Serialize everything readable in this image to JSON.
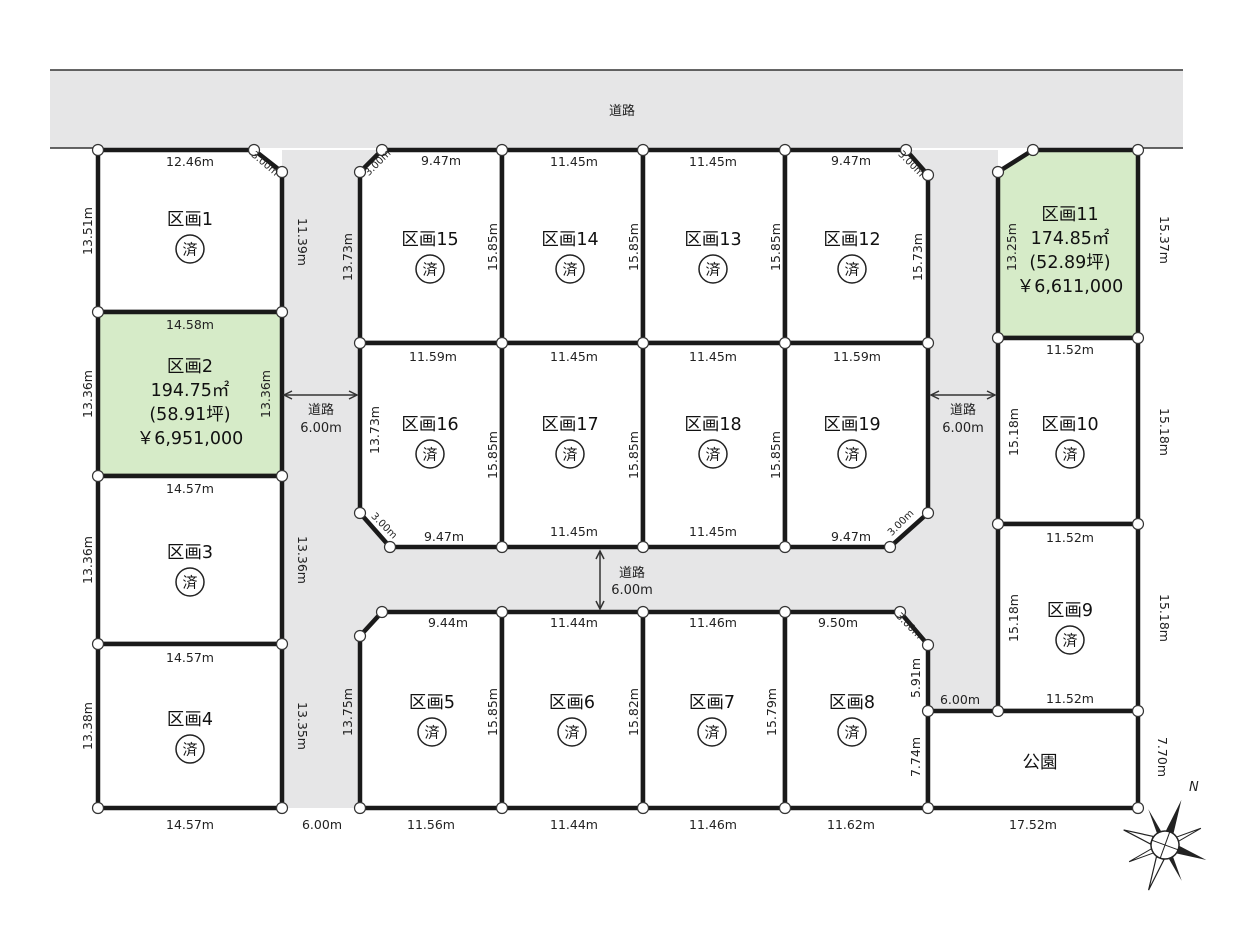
{
  "roads": {
    "top": "道路",
    "label": "道路",
    "width": "6.00m"
  },
  "sold_mark": "済",
  "lots": [
    {
      "id": "lot-1",
      "name": "区画1",
      "sold": true
    },
    {
      "id": "lot-2",
      "name": "区画2",
      "sold": false,
      "area": "194.75㎡",
      "tsubo": "(58.91坪)",
      "price": "￥6,951,000"
    },
    {
      "id": "lot-3",
      "name": "区画3",
      "sold": true
    },
    {
      "id": "lot-4",
      "name": "区画4",
      "sold": true
    },
    {
      "id": "lot-5",
      "name": "区画5",
      "sold": true
    },
    {
      "id": "lot-6",
      "name": "区画6",
      "sold": true
    },
    {
      "id": "lot-7",
      "name": "区画7",
      "sold": true
    },
    {
      "id": "lot-8",
      "name": "区画8",
      "sold": true
    },
    {
      "id": "lot-9",
      "name": "区画9",
      "sold": true
    },
    {
      "id": "lot-10",
      "name": "区画10",
      "sold": true
    },
    {
      "id": "lot-11",
      "name": "区画11",
      "sold": false,
      "area": "174.85㎡",
      "tsubo": "(52.89坪)",
      "price": "￥6,611,000"
    },
    {
      "id": "lot-12",
      "name": "区画12",
      "sold": true
    },
    {
      "id": "lot-13",
      "name": "区画13",
      "sold": true
    },
    {
      "id": "lot-14",
      "name": "区画14",
      "sold": true
    },
    {
      "id": "lot-15",
      "name": "区画15",
      "sold": true
    },
    {
      "id": "lot-16",
      "name": "区画16",
      "sold": true
    },
    {
      "id": "lot-17",
      "name": "区画17",
      "sold": true
    },
    {
      "id": "lot-18",
      "name": "区画18",
      "sold": true
    },
    {
      "id": "lot-19",
      "name": "区画19",
      "sold": true
    }
  ],
  "park": "公園",
  "compass": "N",
  "dimensions": {
    "l1_top": "12.46m",
    "l1_corner": "3.00m",
    "l1_left": "13.51m",
    "l1_right": "11.39m",
    "l2_top": "14.58m",
    "l2_left": "13.36m",
    "l2_right": "13.36m",
    "l3_top": "14.57m",
    "l3_left": "13.36m",
    "l3_right": "13.36m",
    "l4_top": "14.57m",
    "l4_left": "13.38m",
    "l4_right": "13.35m",
    "l4_bottom": "14.57m",
    "gap_bottom": "6.00m",
    "l15_top": "9.47m",
    "l15_corner": "3.00m",
    "l15_left": "13.73m",
    "l15_right": "15.85m",
    "l14_top": "11.45m",
    "l14_right": "15.85m",
    "l13_top": "11.45m",
    "l13_right": "15.85m",
    "l12_top": "9.47m",
    "l12_corner": "3.00m",
    "l12_right": "15.73m",
    "l16_top": "11.59m",
    "l16_left": "13.73m",
    "l16_bottom": "9.47m",
    "l16_corner": "3.00m",
    "l17_top": "11.45m",
    "l17_left": "15.85m",
    "l17_bottom": "11.45m",
    "l18_top": "11.45m",
    "l18_left": "15.85m",
    "l18_bottom": "11.45m",
    "l19_top": "11.59m",
    "l19_left": "15.85m",
    "l19_bottom": "9.47m",
    "l19_corner": "3.00m",
    "l5_top": "9.44m",
    "l5_left": "13.75m",
    "l5_right": "15.85m",
    "l5_bottom": "11.56m",
    "l6_top": "11.44m",
    "l6_right": "15.82m",
    "l6_bottom": "11.44m",
    "l7_top": "11.46m",
    "l7_right": "15.79m",
    "l7_bottom": "11.46m",
    "l8_top": "9.50m",
    "l8_corner": "3.00m",
    "l8_right": "5.91m",
    "l8_bottom": "11.62m",
    "park_left": "7.74m",
    "park_right": "7.70m",
    "park_bottom": "17.52m",
    "park_gap": "6.00m",
    "l11_left": "13.25m",
    "l11_right": "15.37m",
    "l10_top": "11.52m",
    "l10_left": "15.18m",
    "l10_right": "15.18m",
    "l9_top": "11.52m",
    "l9_left": "15.18m",
    "l9_right": "15.18m",
    "l9_bottom": "11.52m"
  },
  "colors": {
    "available_fill": "#d6ebc8",
    "road_fill": "#e6e6e7",
    "lot_border": "#1a1a1a"
  }
}
